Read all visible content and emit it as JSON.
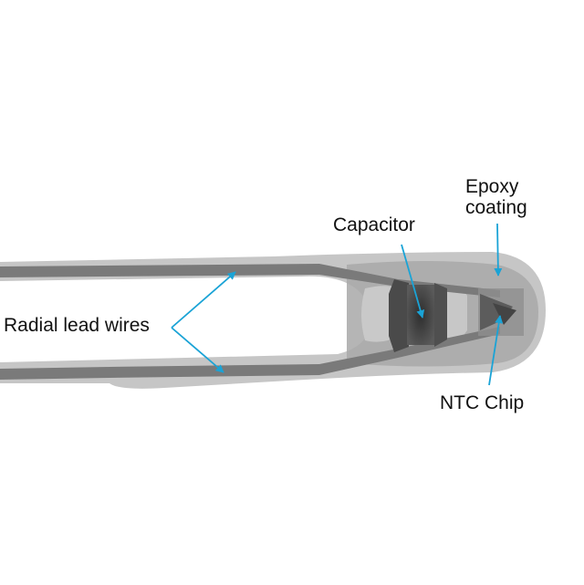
{
  "figure": {
    "type": "x-ray-annotated-component",
    "subject": "Radial leaded NTC thermistor with capacitor",
    "colors": {
      "background": "#ffffff",
      "epoxy_light": "#c4c4c4",
      "epoxy_mid": "#a9a9a9",
      "lead_wire": "#7a7a7a",
      "capacitor": "#3a3a3a",
      "ntc_chip": "#555555",
      "arrow": "#1aa3d6",
      "label_text": "#111111"
    }
  },
  "labels": {
    "radial_lead_wires": "Radial lead wires",
    "capacitor": "Capacitor",
    "epoxy_coating": "Epoxy\ncoating",
    "ntc_chip": "NTC Chip"
  }
}
